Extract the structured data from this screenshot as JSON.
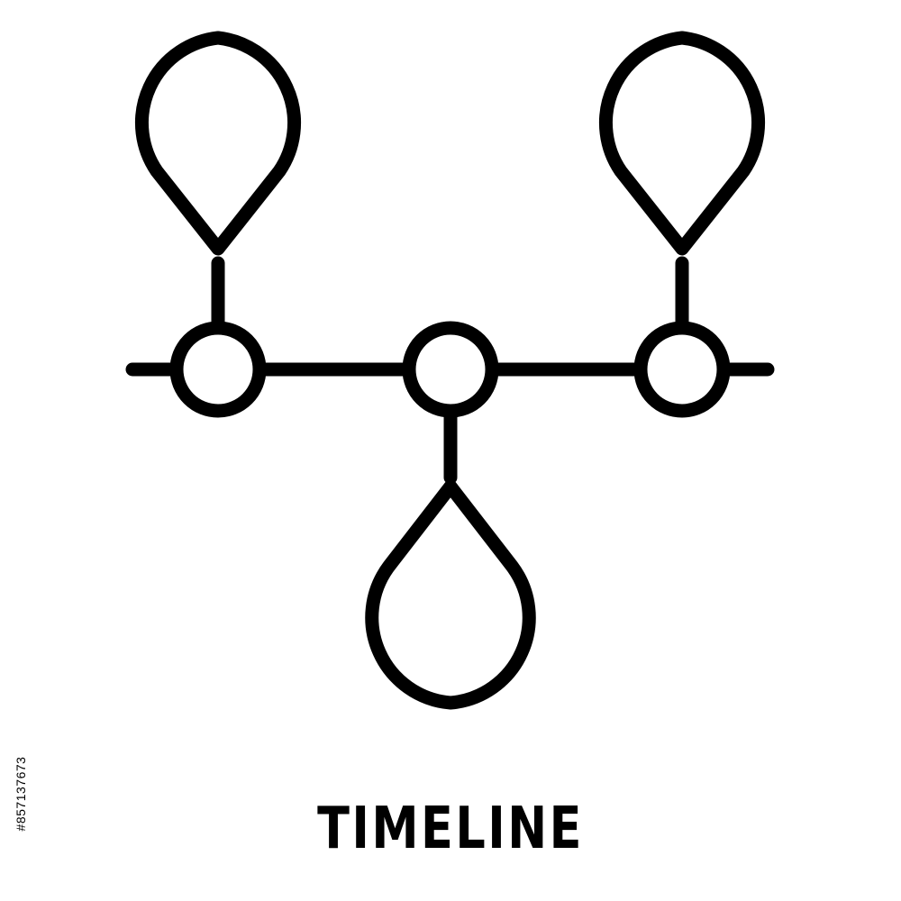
{
  "caption": "TIMELINE",
  "stock_id": "#857137673",
  "icon": {
    "name": "timeline-icon",
    "stroke_color": "#000000",
    "background": "#ffffff",
    "markers": [
      {
        "name": "top-left-pin-marker",
        "direction": "up"
      },
      {
        "name": "bottom-center-pin-marker",
        "direction": "down"
      },
      {
        "name": "top-right-pin-marker",
        "direction": "up"
      }
    ]
  }
}
